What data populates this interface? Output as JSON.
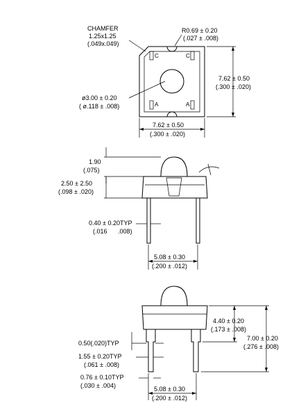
{
  "top_view": {
    "chamfer_label": "CHAMFER",
    "chamfer_mm": "1.25x1.25",
    "chamfer_in": "(.049x.049)",
    "radius_mm": "R0.69 ± 0.20",
    "radius_in": "(.027 ± .008)",
    "dia_mm": "ø3.00 ± 0.20",
    "dia_in": "( ø.118 ± .008)",
    "height_mm": "7.62 ± 0.50",
    "height_in": "(.300 ± .020)",
    "width_mm": "7.62 ± 0.50",
    "width_in": "(.300 ± .020)",
    "pad_c": "C",
    "pad_a": "A"
  },
  "side_view_1": {
    "dome_mm": "1.90",
    "dome_in": "(.075)",
    "body_mm": "2.50 ± 2.50",
    "body_in": "(.098 ± .020)",
    "lead_mm": "0.40 ± 0.20TYP",
    "lead_in1": "(.016",
    "lead_in2": ".008)",
    "pitch_mm": "5.08 ± 0.30",
    "pitch_in": "(.200 ± .012)"
  },
  "side_view_2": {
    "total_mm": "7.00 ± 0.20",
    "total_in": "(.276 ± .008)",
    "upper_mm": "4.40 ± 0.20",
    "upper_in": "(.173 ± .008)",
    "lead_w": "0.50(.020)TYP",
    "step_mm": "1.55 ± 0.20TYP",
    "step_in": "(.061 ± .008)",
    "thick_mm": "0.76 ± 0.10TYP",
    "thick_in": "(.030 ± .004)",
    "pitch_mm": "5.08 ± 0.30",
    "pitch_in": "(.200 ± .012)"
  }
}
